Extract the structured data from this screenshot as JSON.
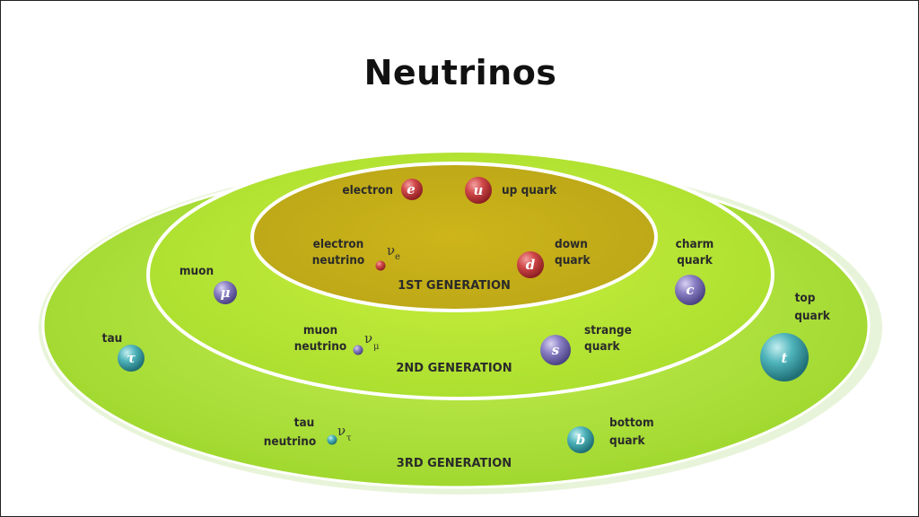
{
  "title": "Neutrinos",
  "generations": {
    "first": "1ST GENERATION",
    "second": "2ND GENERATION",
    "third": "3RD GENERATION"
  },
  "particles": {
    "electron": {
      "name": "electron",
      "symbol": "e"
    },
    "up_quark": {
      "name": "up quark",
      "symbol": "u"
    },
    "electron_neutrino": {
      "name_line1": "electron",
      "name_line2": "neutrino",
      "symbol": "ν",
      "subscript": "e"
    },
    "down_quark": {
      "name_line1": "down",
      "name_line2": "quark",
      "symbol": "d"
    },
    "muon": {
      "name": "muon",
      "symbol": "μ"
    },
    "charm_quark": {
      "name_line1": "charm",
      "name_line2": "quark",
      "symbol": "c"
    },
    "muon_neutrino": {
      "name_line1": "muon",
      "name_line2": "neutrino",
      "symbol": "ν",
      "subscript": "μ"
    },
    "strange_quark": {
      "name_line1": "strange",
      "name_line2": "quark",
      "symbol": "s"
    },
    "tau": {
      "name": "tau",
      "symbol": "τ"
    },
    "top_quark": {
      "name_line1": "top",
      "name_line2": "quark",
      "symbol": "t"
    },
    "tau_neutrino": {
      "name_line1": "tau",
      "name_line2": "neutrino",
      "symbol": "ν",
      "subscript": "τ"
    },
    "bottom_quark": {
      "name_line1": "bottom",
      "name_line2": "quark",
      "symbol": "b"
    }
  },
  "colors": {
    "outer_ring": "#aee03a",
    "middle_ring": "#b9e635",
    "inner_ring": "#c8b21c",
    "ring_border": "#ffffff",
    "first_gen_particle": "#c9383b",
    "second_gen_particle": "#7d72b8",
    "third_gen_particle": "#3fa6ad"
  }
}
